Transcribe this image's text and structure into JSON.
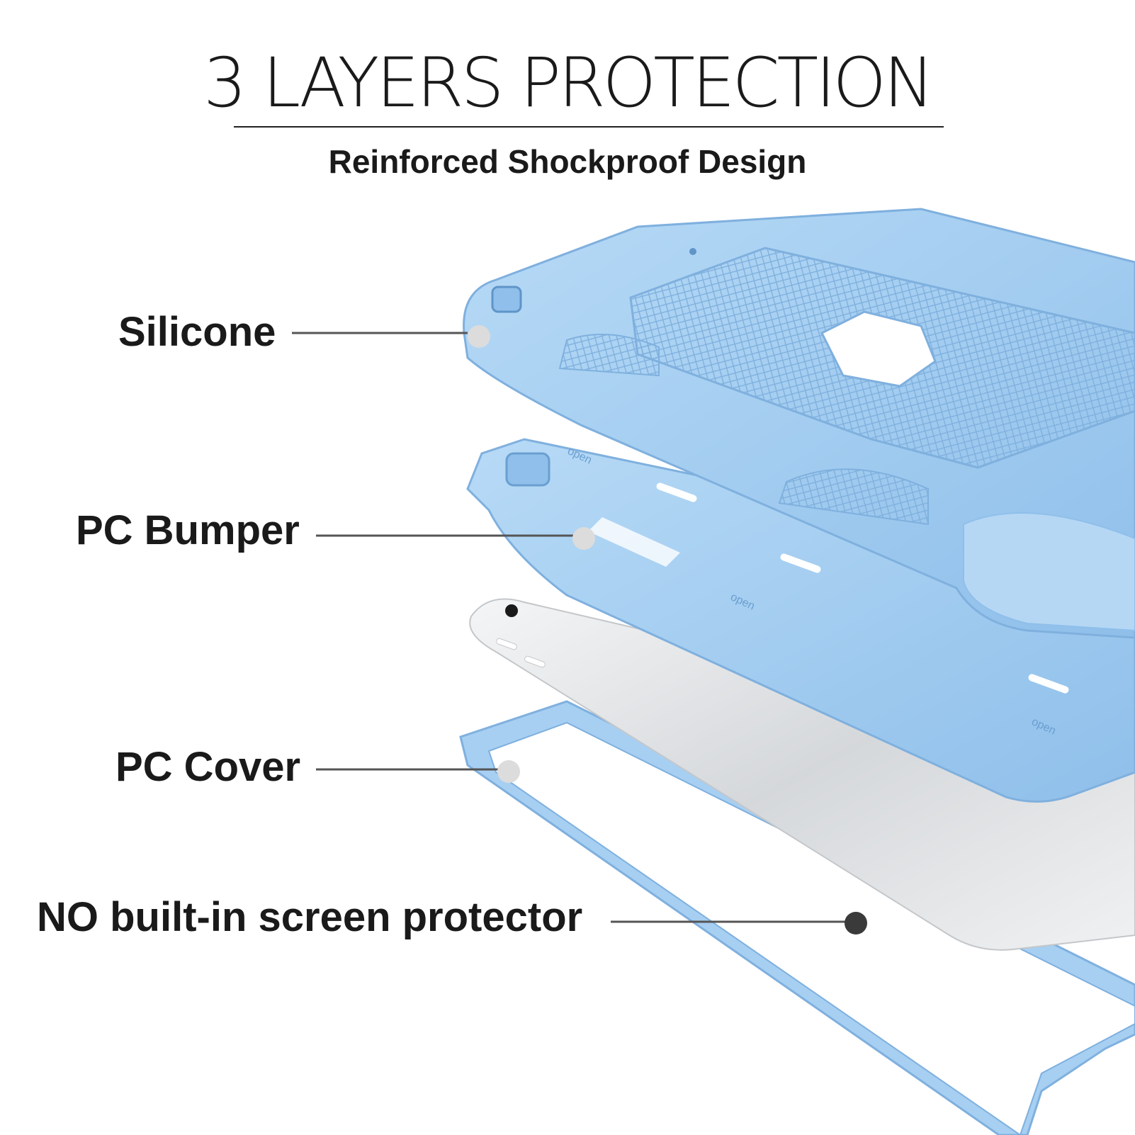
{
  "header": {
    "title": "3 LAYERS PROTECTION",
    "subtitle": "Reinforced Shockproof Design"
  },
  "callouts": [
    {
      "label": "Silicone"
    },
    {
      "label": "PC Bumper"
    },
    {
      "label": "PC Cover"
    },
    {
      "label": "NO built-in screen protector"
    }
  ],
  "engravings": {
    "open": "open"
  },
  "colors": {
    "case_blue": "#9cc8ef",
    "case_blue_dark": "#7fb0de",
    "tablet_silver": "#e2e4e6",
    "callout_line": "#555555",
    "callout_dot_light": "#dcdcdc",
    "callout_dot_dark": "#3a3a3a"
  }
}
